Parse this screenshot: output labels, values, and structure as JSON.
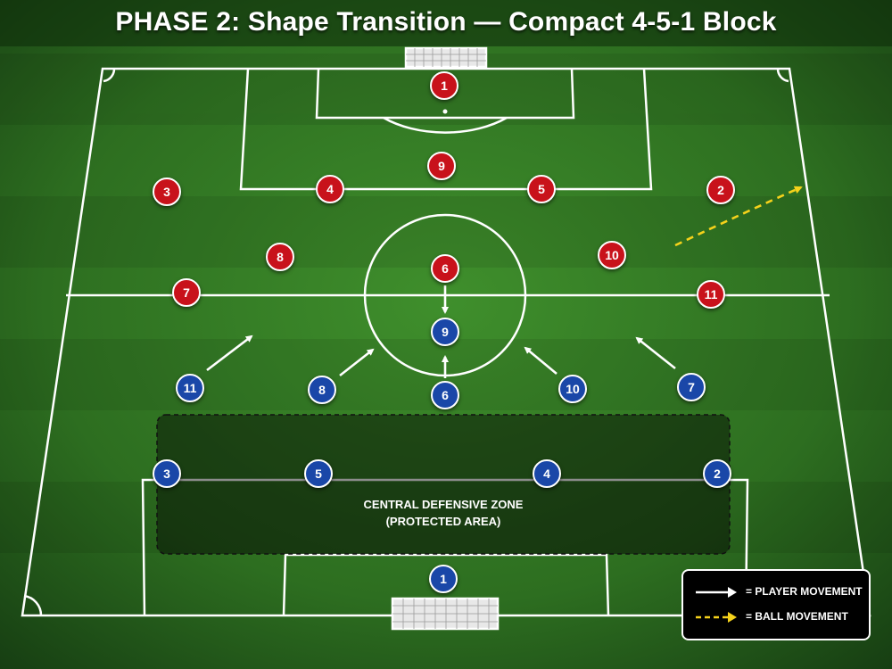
{
  "title": "PHASE 2: Shape Transition — Compact 4-5-1 Block",
  "colors": {
    "red_team": "#c8121b",
    "blue_team": "#1a47a8",
    "ball_arrow": "#f5d21b",
    "player_arrow": "#ffffff",
    "zone_fill": "#000000"
  },
  "zone": {
    "line1": "CENTRAL DEFENSIVE ZONE",
    "line2": "(PROTECTED AREA)"
  },
  "red_players": [
    {
      "number": "1"
    },
    {
      "number": "9"
    },
    {
      "number": "3"
    },
    {
      "number": "4"
    },
    {
      "number": "5"
    },
    {
      "number": "2"
    },
    {
      "number": "8"
    },
    {
      "number": "10"
    },
    {
      "number": "6"
    },
    {
      "number": "7"
    },
    {
      "number": "11"
    }
  ],
  "blue_players": [
    {
      "number": "9"
    },
    {
      "number": "11"
    },
    {
      "number": "8"
    },
    {
      "number": "6"
    },
    {
      "number": "10"
    },
    {
      "number": "7"
    },
    {
      "number": "3"
    },
    {
      "number": "5"
    },
    {
      "number": "4"
    },
    {
      "number": "2"
    },
    {
      "number": "1"
    }
  ],
  "legend": {
    "player_label": "= PLAYER MOVEMENT",
    "ball_label": "= BALL MOVEMENT",
    "player_icon": "solid-white-arrow-icon",
    "ball_icon": "dashed-yellow-arrow-icon"
  }
}
